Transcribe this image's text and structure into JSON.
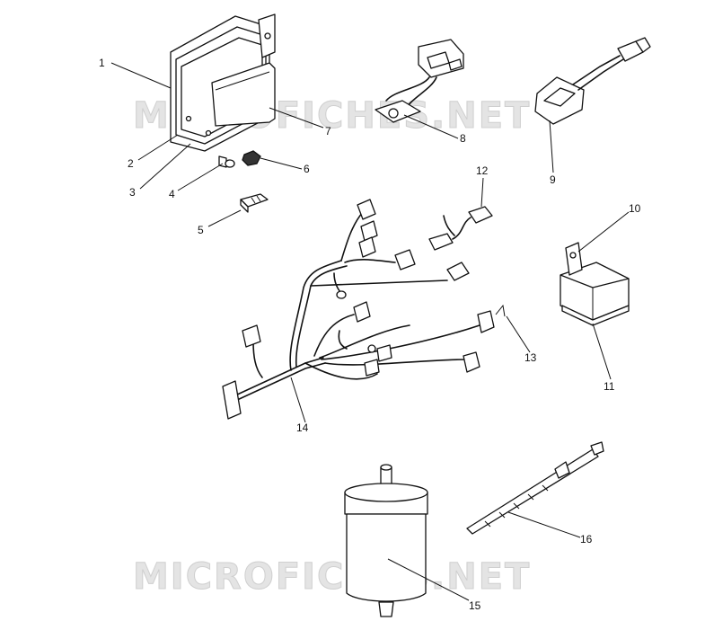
{
  "watermarks": [
    "MICROFICHES.NET",
    "MICROFICHES.NET"
  ],
  "callouts": [
    {
      "id": "1",
      "label": "1"
    },
    {
      "id": "2",
      "label": "2"
    },
    {
      "id": "3",
      "label": "3"
    },
    {
      "id": "4",
      "label": "4"
    },
    {
      "id": "5",
      "label": "5"
    },
    {
      "id": "6",
      "label": "6"
    },
    {
      "id": "7",
      "label": "7"
    },
    {
      "id": "8",
      "label": "8"
    },
    {
      "id": "9",
      "label": "9"
    },
    {
      "id": "10",
      "label": "10"
    },
    {
      "id": "11",
      "label": "11"
    },
    {
      "id": "12",
      "label": "12"
    },
    {
      "id": "13",
      "label": "13"
    },
    {
      "id": "14",
      "label": "14"
    },
    {
      "id": "15",
      "label": "15"
    },
    {
      "id": "16",
      "label": "16"
    }
  ]
}
